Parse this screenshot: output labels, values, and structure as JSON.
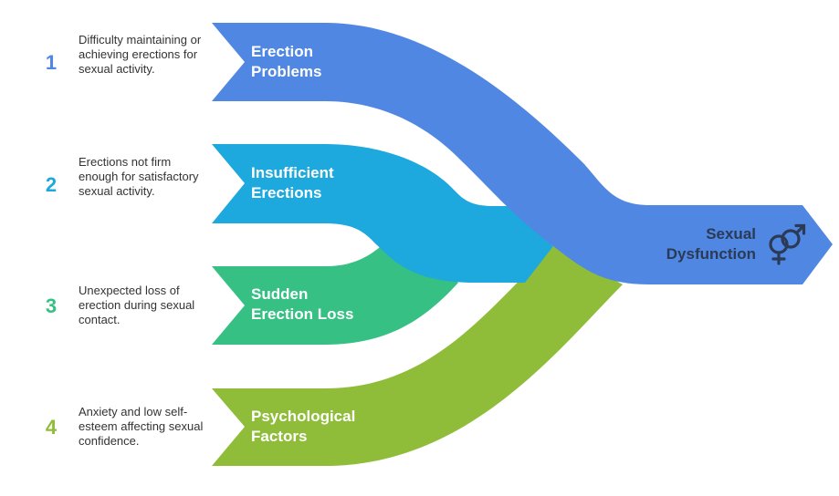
{
  "colors": {
    "blue": "#4f87e3",
    "cyan": "#1da8de",
    "teal": "#36c084",
    "green": "#8fbd3a",
    "dark_text": "#2b3a55"
  },
  "items": [
    {
      "number": "1",
      "title_line1": "Erection",
      "title_line2": "Problems",
      "description": "Difficulty maintaining or achieving erections for sexual activity.",
      "color": "#4f87e3"
    },
    {
      "number": "2",
      "title_line1": "Insufficient",
      "title_line2": "Erections",
      "description": "Erections not firm enough for satisfactory sexual activity.",
      "color": "#1da8de"
    },
    {
      "number": "3",
      "title_line1": "Sudden",
      "title_line2": "Erection Loss",
      "description": "Unexpected loss of erection during sexual contact.",
      "color": "#36c084"
    },
    {
      "number": "4",
      "title_line1": "Psychological",
      "title_line2": "Factors",
      "description": "Anxiety and low self-esteem affecting sexual confidence.",
      "color": "#8fbd3a"
    }
  ],
  "target": {
    "line1": "Sexual",
    "line2": "Dysfunction",
    "icon": "gender-symbols-icon"
  }
}
